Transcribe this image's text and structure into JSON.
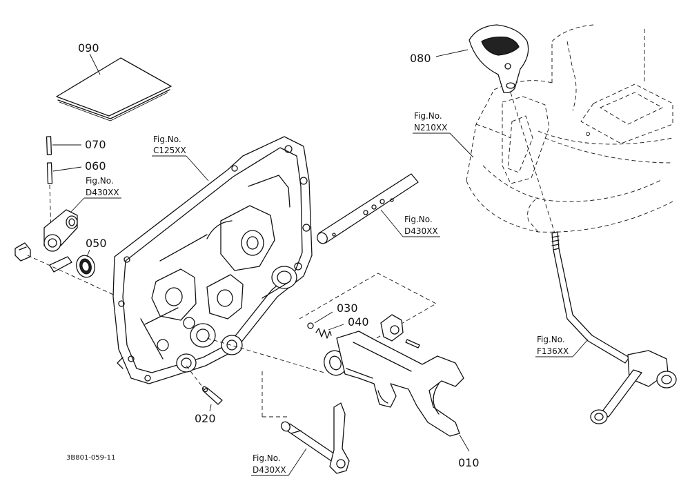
{
  "diagram": {
    "drawing_code": "3B801-059-11",
    "fig_prefix": "Fig.No.",
    "callouts": {
      "p010": "010",
      "p020": "020",
      "p030": "030",
      "p040": "040",
      "p050": "050",
      "p060": "060",
      "p070": "070",
      "p080": "080",
      "p090": "090"
    },
    "fig_refs": {
      "c125": "C125XX",
      "d430_left": "D430XX",
      "d430_shaft": "D430XX",
      "d430_bottom": "D430XX",
      "n210": "N210XX",
      "f136": "F136XX"
    }
  }
}
